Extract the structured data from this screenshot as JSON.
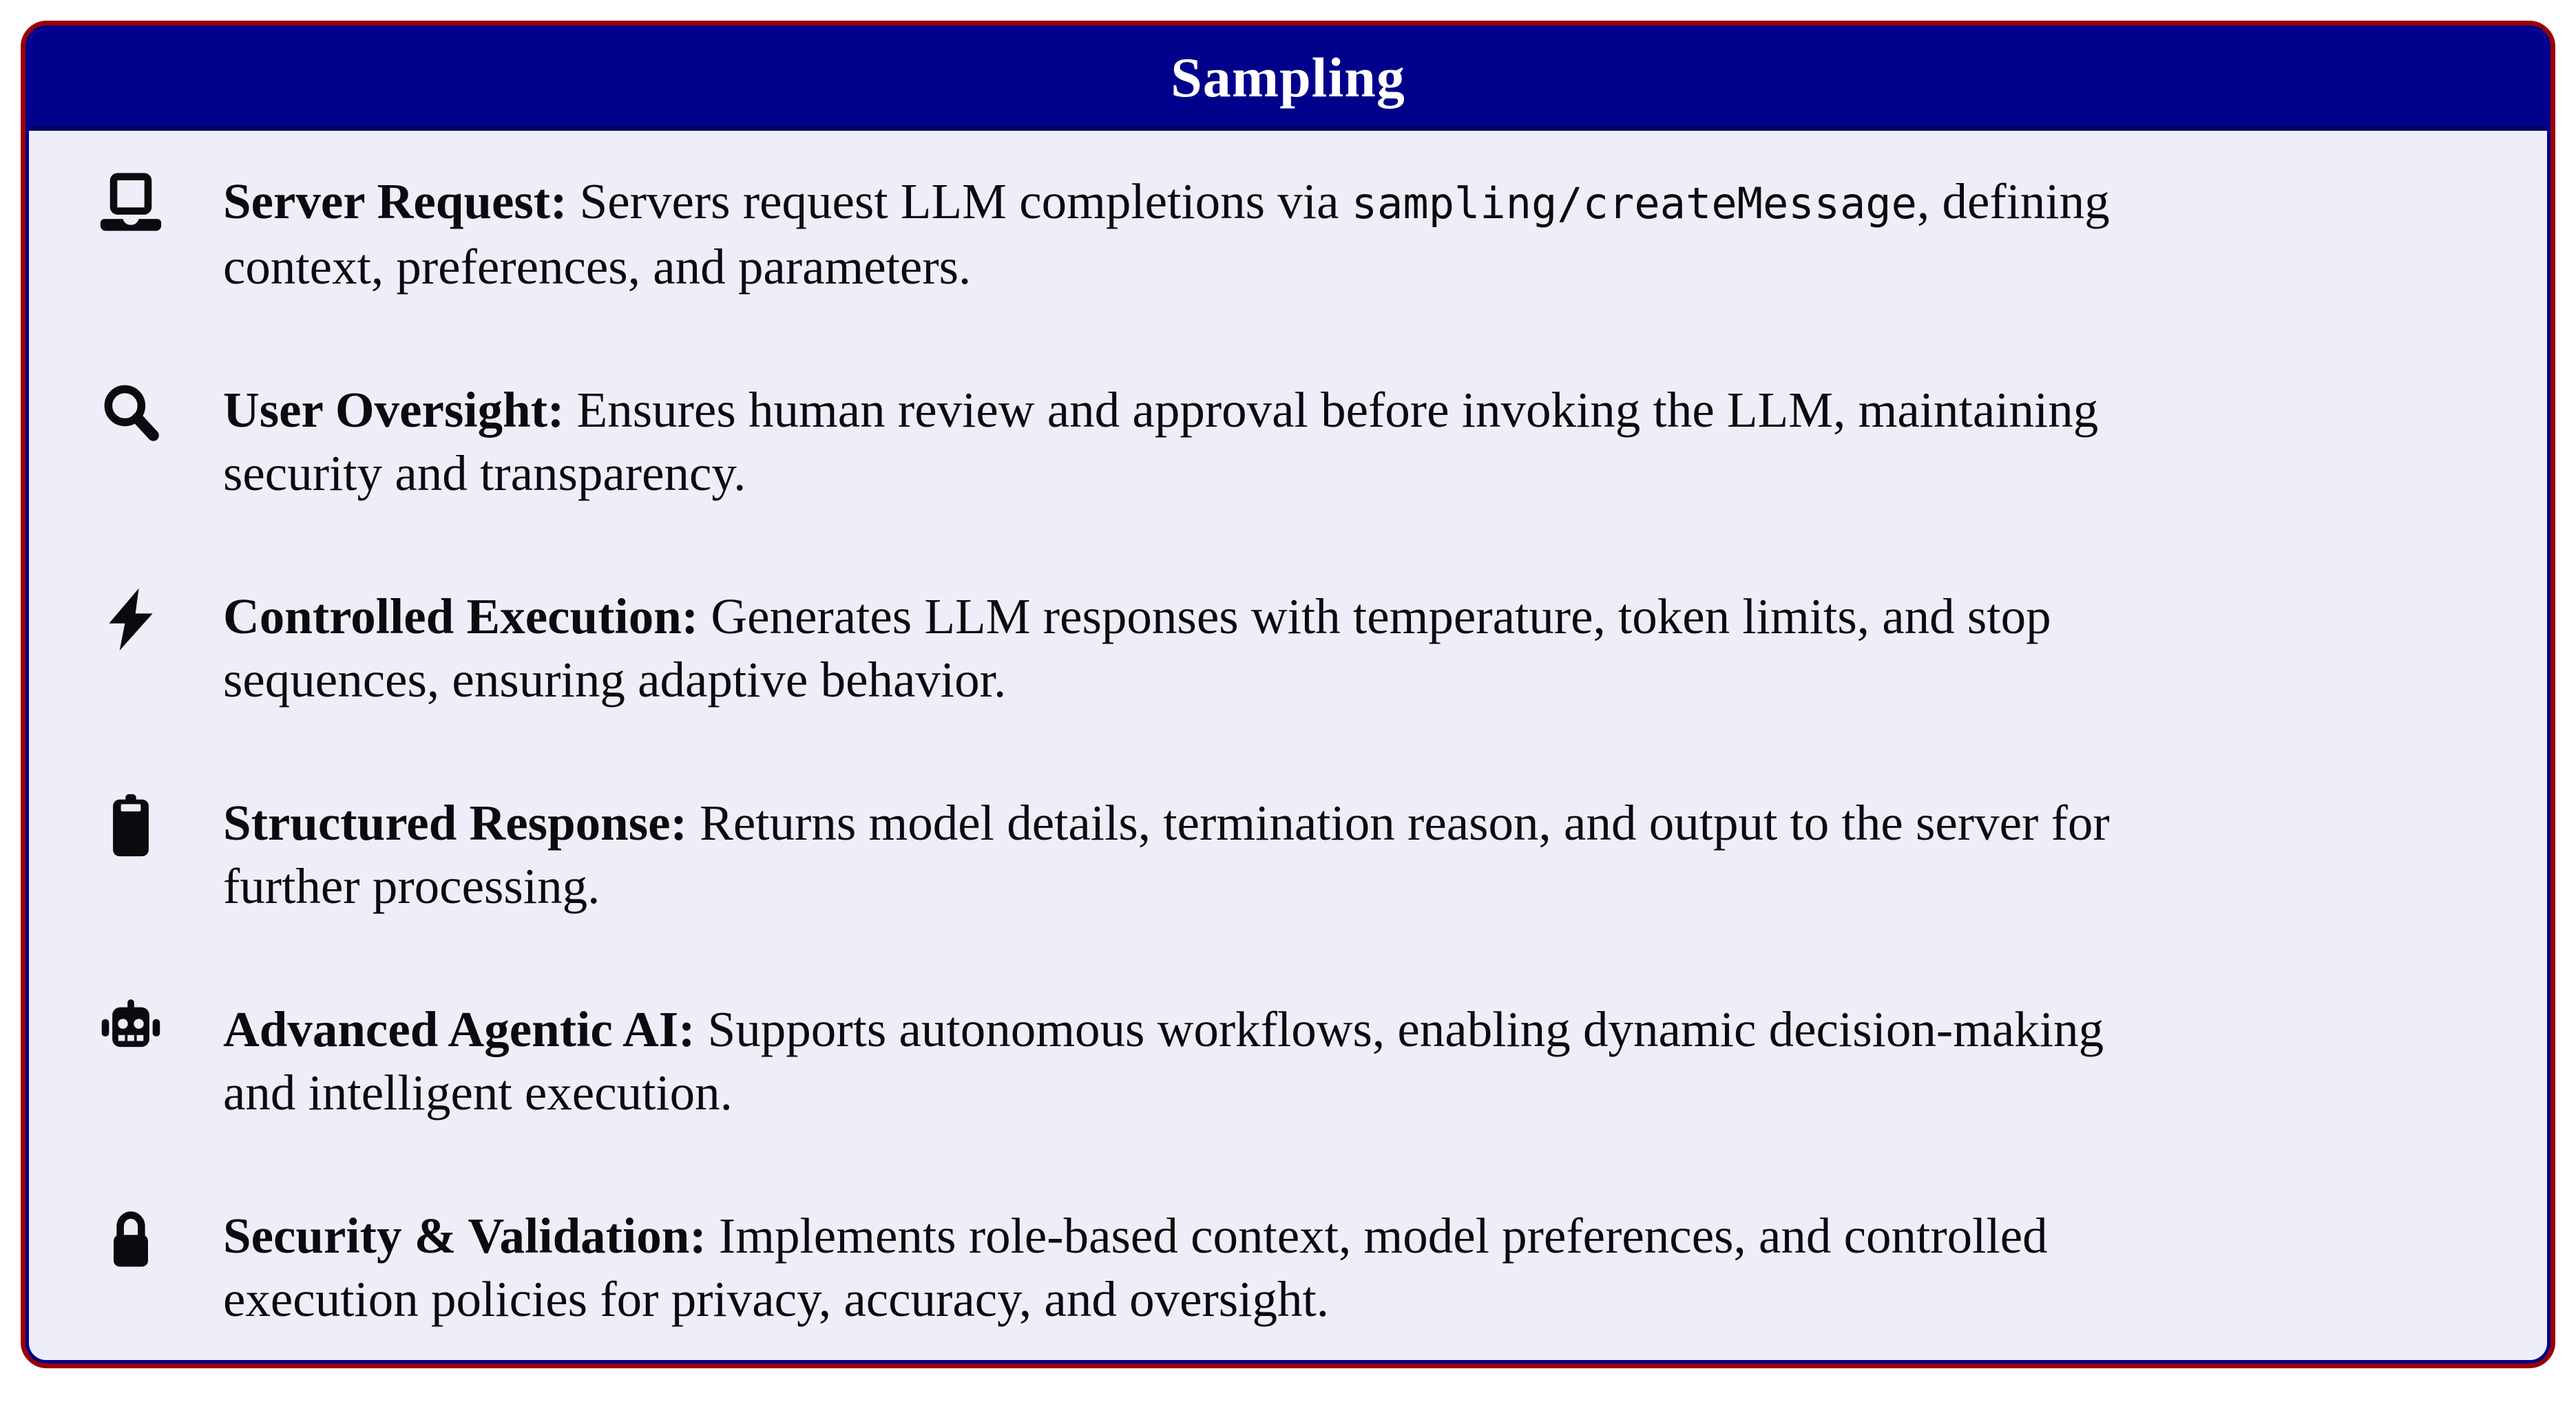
{
  "card": {
    "title": "Sampling",
    "colors": {
      "border_outer": "#9b0000",
      "border_inner": "#00008b",
      "header_bg": "#00008b",
      "header_rule": "#000060",
      "body_bg": "#eeeef9",
      "title_color": "#ffffff",
      "text_color": "#0b0b0f"
    },
    "items": [
      {
        "icon": "laptop-icon",
        "label": "Server Request:",
        "parts": [
          {
            "t": "label",
            "v": "Server Request:"
          },
          {
            "t": "text",
            "v": " Servers request LLM completions via "
          },
          {
            "t": "code",
            "v": "sampling/createMessage"
          },
          {
            "t": "text",
            "v": ", defining"
          },
          {
            "t": "br"
          },
          {
            "t": "text",
            "v": "context, preferences, and parameters."
          }
        ]
      },
      {
        "icon": "search-icon",
        "label": "User Oversight:",
        "parts": [
          {
            "t": "label",
            "v": "User Oversight:"
          },
          {
            "t": "text",
            "v": " Ensures human review and approval before invoking the LLM, maintaining"
          },
          {
            "t": "br"
          },
          {
            "t": "text",
            "v": "security and transparency."
          }
        ]
      },
      {
        "icon": "bolt-icon",
        "label": "Controlled Execution:",
        "parts": [
          {
            "t": "label",
            "v": "Controlled Execution:"
          },
          {
            "t": "text",
            "v": " Generates LLM responses with temperature, token limits, and stop"
          },
          {
            "t": "br"
          },
          {
            "t": "text",
            "v": "sequences, ensuring adaptive behavior."
          }
        ]
      },
      {
        "icon": "clipboard-icon",
        "label": "Structured Response:",
        "parts": [
          {
            "t": "label",
            "v": "Structured Response:"
          },
          {
            "t": "text",
            "v": " Returns model details, termination reason, and output to the server for"
          },
          {
            "t": "br"
          },
          {
            "t": "text",
            "v": "further processing."
          }
        ]
      },
      {
        "icon": "robot-icon",
        "label": "Advanced Agentic AI:",
        "parts": [
          {
            "t": "label",
            "v": "Advanced Agentic AI:"
          },
          {
            "t": "text",
            "v": " Supports autonomous workflows, enabling dynamic decision-making"
          },
          {
            "t": "br"
          },
          {
            "t": "text",
            "v": "and intelligent execution."
          }
        ]
      },
      {
        "icon": "lock-icon",
        "label": "Security & Validation:",
        "parts": [
          {
            "t": "label",
            "v": "Security & Validation:"
          },
          {
            "t": "text",
            "v": " Implements role-based context, model preferences, and controlled"
          },
          {
            "t": "br"
          },
          {
            "t": "text",
            "v": "execution policies for privacy, accuracy, and oversight."
          }
        ]
      }
    ]
  }
}
